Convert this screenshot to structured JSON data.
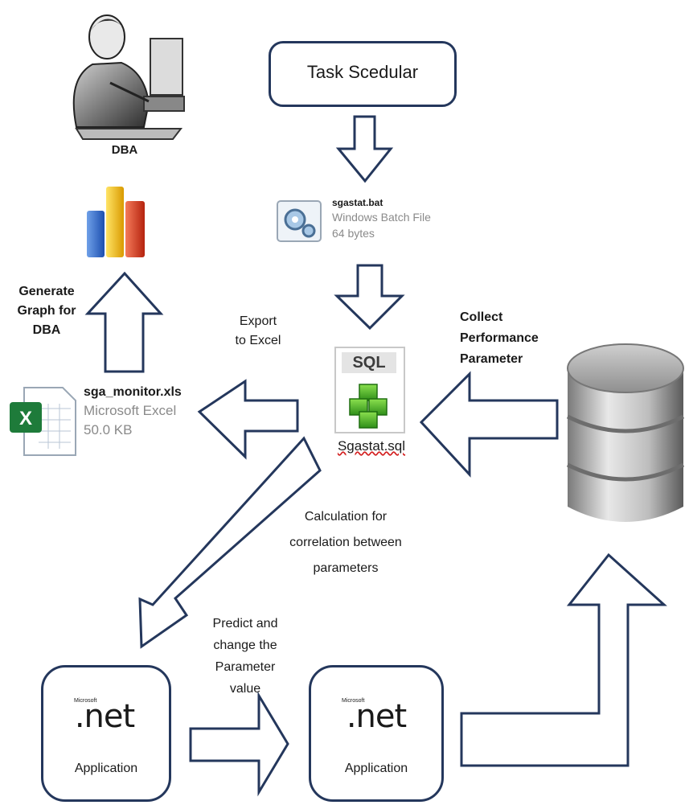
{
  "task_scheduler": {
    "label": "Task Scedular"
  },
  "dba": {
    "label": "DBA"
  },
  "bat_file": {
    "name": "sgastat.bat",
    "type": "Windows Batch File",
    "size": "64 bytes"
  },
  "sql_file": {
    "badge": "SQL",
    "name": "Sgastat.sql"
  },
  "excel_file": {
    "name": "sga_monitor.xls",
    "type": "Microsoft Excel",
    "size": "50.0 KB"
  },
  "labels": {
    "generate_graph": [
      "Generate",
      "Graph for",
      "DBA"
    ],
    "export": [
      "Export",
      "to Excel"
    ],
    "collect": [
      "Collect",
      "Performance",
      "Parameter"
    ],
    "calculation": [
      "Calculation for",
      "correlation between",
      "parameters"
    ],
    "predict": [
      "Predict and",
      "change the",
      "Parameter",
      "value"
    ]
  },
  "app_left": {
    "brand": "Microsoft",
    "logo": ".net",
    "label": "Application"
  },
  "app_right": {
    "brand": "Microsoft",
    "logo": ".net",
    "label": "Application"
  },
  "colors": {
    "arrow_stroke": "#24375c",
    "box_stroke": "#24375c"
  }
}
